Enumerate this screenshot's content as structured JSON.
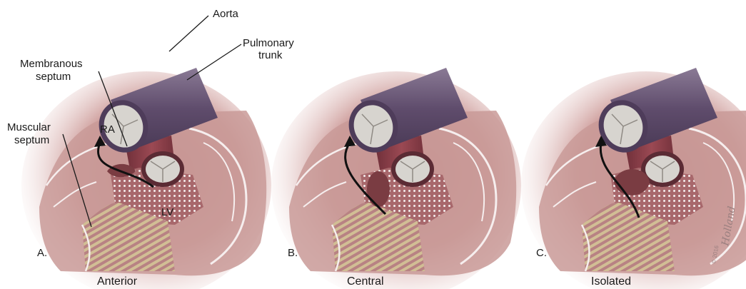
{
  "labels": {
    "aorta": "Aorta",
    "pulmonary_trunk_1": "Pulmonary",
    "pulmonary_trunk_2": "trunk",
    "membranous_septum_1": "Membranous",
    "membranous_septum_2": "septum",
    "muscular_septum_1": "Muscular",
    "muscular_septum_2": "septum",
    "ra": "RA",
    "lv": "LV"
  },
  "panels": [
    {
      "letter": "A.",
      "caption": "Anterior"
    },
    {
      "letter": "B.",
      "caption": "Central"
    },
    {
      "letter": "C.",
      "caption": "Isolated"
    }
  ],
  "credit": {
    "copyright": "© 2016",
    "signature": "Holland"
  },
  "colors": {
    "tissue": "#c99a98",
    "tissue_dark": "#8e4a4f",
    "vessel": "#6e5a78",
    "valve": "#d7d4cf",
    "dots": "#f4ecec",
    "stripe": "#d9d19a"
  }
}
